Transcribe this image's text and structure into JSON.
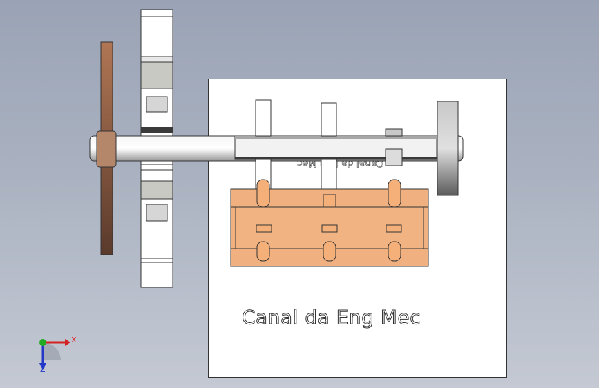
{
  "viewport": {
    "model_label": "Canal da Eng Mec",
    "mirrored_label": "Canal da Eng Mec"
  },
  "axes": {
    "x_label": "X",
    "z_label": "Z"
  },
  "colors": {
    "background_top": "#9aa3b5",
    "background_bottom": "#c4c9d3",
    "copper_gear": "#a0674a",
    "orange_block": "#f0b07f",
    "shaft": "#e8e8e8",
    "axis_x": "#d22222",
    "axis_y": "#22aa22",
    "axis_z": "#2338c8"
  }
}
